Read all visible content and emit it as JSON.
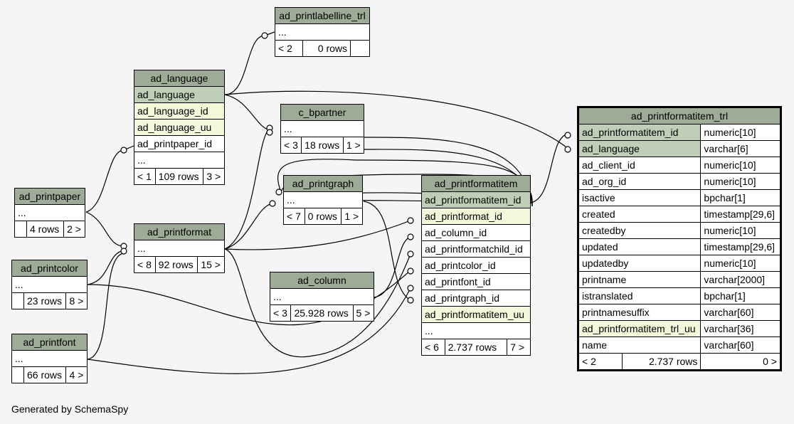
{
  "footer": "Generated by SchemaSpy",
  "colors": {
    "header": "#9eab96",
    "primary_key": "#bfcfb7",
    "indexed": "#f4f7da",
    "background": "#f5f5f5"
  },
  "tables": {
    "ad_printlabelline_trl": {
      "name": "ad_printlabelline_trl",
      "rows": [
        "..."
      ],
      "parents": "< 2",
      "count": "0 rows",
      "children": ""
    },
    "ad_language": {
      "name": "ad_language",
      "rows": [
        "ad_language",
        "ad_language_id",
        "ad_language_uu",
        "ad_printpaper_id",
        "..."
      ],
      "parents": "< 1",
      "count": "109 rows",
      "children": "3 >"
    },
    "c_bpartner": {
      "name": "c_bpartner",
      "rows": [
        "..."
      ],
      "parents": "< 3",
      "count": "18 rows",
      "children": "1 >"
    },
    "ad_printgraph": {
      "name": "ad_printgraph",
      "rows": [
        "..."
      ],
      "parents": "< 7",
      "count": "0 rows",
      "children": "1 >"
    },
    "ad_printpaper": {
      "name": "ad_printpaper",
      "rows": [
        "..."
      ],
      "parents": "",
      "count": "4 rows",
      "children": "2 >"
    },
    "ad_printformat": {
      "name": "ad_printformat",
      "rows": [
        "..."
      ],
      "parents": "< 8",
      "count": "92 rows",
      "children": "15 >"
    },
    "ad_printcolor": {
      "name": "ad_printcolor",
      "rows": [
        "..."
      ],
      "parents": "",
      "count": "23 rows",
      "children": "8 >"
    },
    "ad_printfont": {
      "name": "ad_printfont",
      "rows": [
        "..."
      ],
      "parents": "",
      "count": "66 rows",
      "children": "4 >"
    },
    "ad_column": {
      "name": "ad_column",
      "rows": [
        "..."
      ],
      "parents": "< 3",
      "count": "25.928 rows",
      "children": "5 >"
    },
    "ad_printformatitem": {
      "name": "ad_printformatitem",
      "rows": [
        "ad_printformatitem_id",
        "ad_printformat_id",
        "ad_column_id",
        "ad_printformatchild_id",
        "ad_printcolor_id",
        "ad_printfont_id",
        "ad_printgraph_id",
        "ad_printformatitem_uu",
        "..."
      ],
      "parents": "< 6",
      "count": "2.737 rows",
      "children": "7 >"
    },
    "ad_printformatitem_trl": {
      "name": "ad_printformatitem_trl",
      "columns": [
        {
          "name": "ad_printformatitem_id",
          "type": "numeric[10]"
        },
        {
          "name": "ad_language",
          "type": "varchar[6]"
        },
        {
          "name": "ad_client_id",
          "type": "numeric[10]"
        },
        {
          "name": "ad_org_id",
          "type": "numeric[10]"
        },
        {
          "name": "isactive",
          "type": "bpchar[1]"
        },
        {
          "name": "created",
          "type": "timestamp[29,6]"
        },
        {
          "name": "createdby",
          "type": "numeric[10]"
        },
        {
          "name": "updated",
          "type": "timestamp[29,6]"
        },
        {
          "name": "updatedby",
          "type": "numeric[10]"
        },
        {
          "name": "printname",
          "type": "varchar[2000]"
        },
        {
          "name": "istranslated",
          "type": "bpchar[1]"
        },
        {
          "name": "printnamesuffix",
          "type": "varchar[60]"
        },
        {
          "name": "ad_printformatitem_trl_uu",
          "type": "varchar[36]"
        },
        {
          "name": "name",
          "type": "varchar[60]"
        }
      ],
      "parents": "< 2",
      "count": "2.737 rows",
      "children": "0 >"
    }
  }
}
